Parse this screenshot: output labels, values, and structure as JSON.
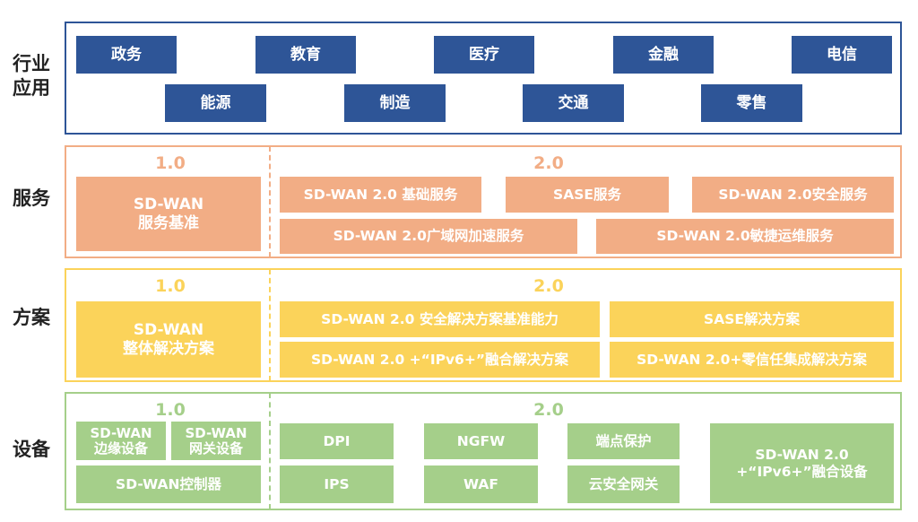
{
  "colors": {
    "industry_border": "#2e5597",
    "industry_box": "#2e5597",
    "service": "#f2ad85",
    "solution": "#fbd35a",
    "device": "#a5cf8a"
  },
  "industry": {
    "label": [
      "行业",
      "应用"
    ],
    "items_top": [
      "政务",
      "教育",
      "医疗",
      "金融",
      "电信"
    ],
    "items_bottom": [
      "能源",
      "制造",
      "交通",
      "零售"
    ]
  },
  "service": {
    "label": "服务",
    "v1": "1.0",
    "v2": "2.0",
    "v1_box": [
      "SD-WAN",
      "服务基准"
    ],
    "v2_row1": [
      "SD-WAN 2.0 基础服务",
      "SASE服务",
      "SD-WAN 2.0安全服务"
    ],
    "v2_row2": [
      "SD-WAN 2.0广域网加速服务",
      "SD-WAN 2.0敏捷运维服务"
    ]
  },
  "solution": {
    "label": "方案",
    "v1": "1.0",
    "v2": "2.0",
    "v1_box": [
      "SD-WAN",
      "整体解决方案"
    ],
    "v2_row1": [
      "SD-WAN 2.0 安全解决方案基准能力",
      "SASE解决方案"
    ],
    "v2_row2": [
      "SD-WAN 2.0 +“IPv6+”融合解决方案",
      "SD-WAN 2.0+零信任集成解决方案"
    ]
  },
  "device": {
    "label": "设备",
    "v1": "1.0",
    "v2": "2.0",
    "v1_edge": [
      "SD-WAN",
      "边缘设备"
    ],
    "v1_gateway": [
      "SD-WAN",
      "网关设备"
    ],
    "v1_controller": "SD-WAN控制器",
    "v2_row1": [
      "DPI",
      "NGFW",
      "端点保护"
    ],
    "v2_row2": [
      "IPS",
      "WAF",
      "云安全网关"
    ],
    "v2_big": [
      "SD-WAN 2.0",
      "+“IPv6+”融合设备"
    ]
  }
}
